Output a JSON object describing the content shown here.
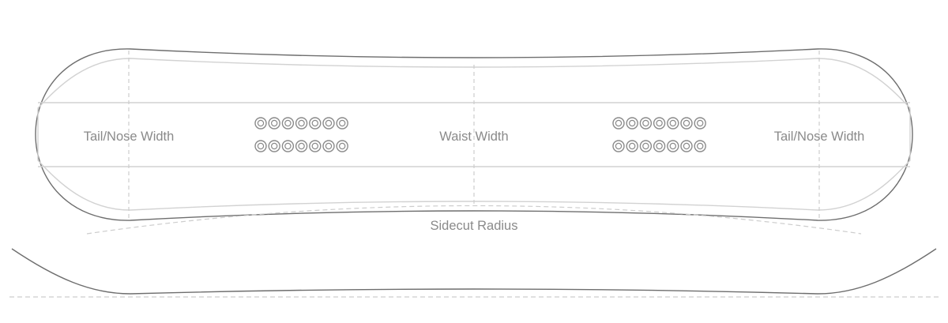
{
  "labels": {
    "tail_width": "Tail/Nose Width",
    "waist_width": "Waist Width",
    "nose_width": "Tail/Nose Width",
    "sidecut_radius": "Sidecut Radius"
  },
  "inserts": {
    "rows_per_group": 2,
    "holes_per_row": 7,
    "groups": 2
  },
  "colors": {
    "outline": "#6e6e6e",
    "inner_line": "#d2d2d2",
    "dashed": "#cdcdcd",
    "insert": "#8a8a8a",
    "text": "#8a8a8a"
  }
}
